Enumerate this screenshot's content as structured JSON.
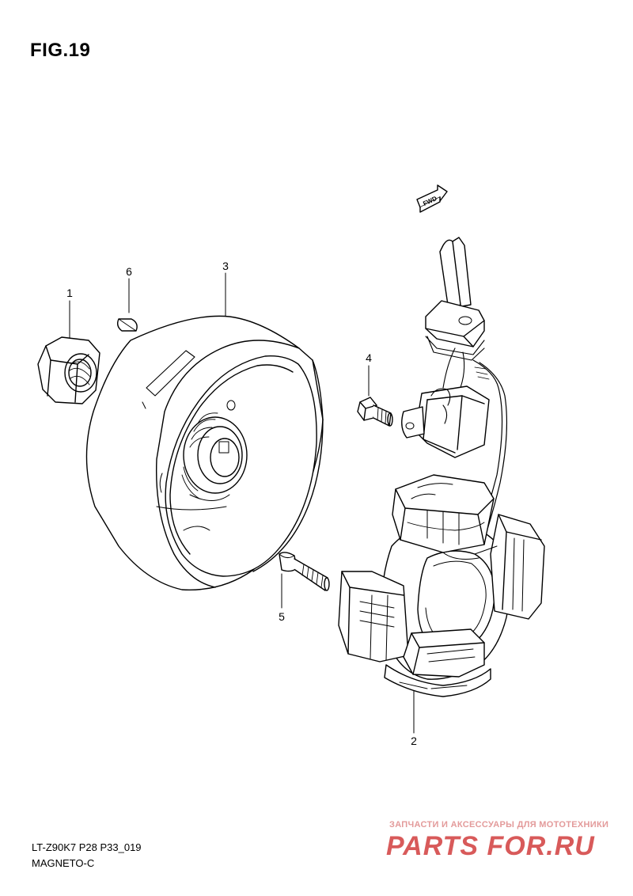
{
  "figure": {
    "title": "FIG.19"
  },
  "fwd_label": "FWD",
  "callouts": {
    "p1": "1",
    "p2": "2",
    "p3": "3",
    "p4": "4",
    "p5": "5",
    "p6": "6"
  },
  "footer": {
    "model_code": "LT-Z90K7 P28 P33_019",
    "section_name": "MAGNETO-C"
  },
  "watermark": {
    "tagline": "ЗАПЧАСТИ И АКСЕССУАРЫ ДЛЯ МОТОТЕХНИКИ",
    "logo": "PARTS FOR.RU"
  }
}
